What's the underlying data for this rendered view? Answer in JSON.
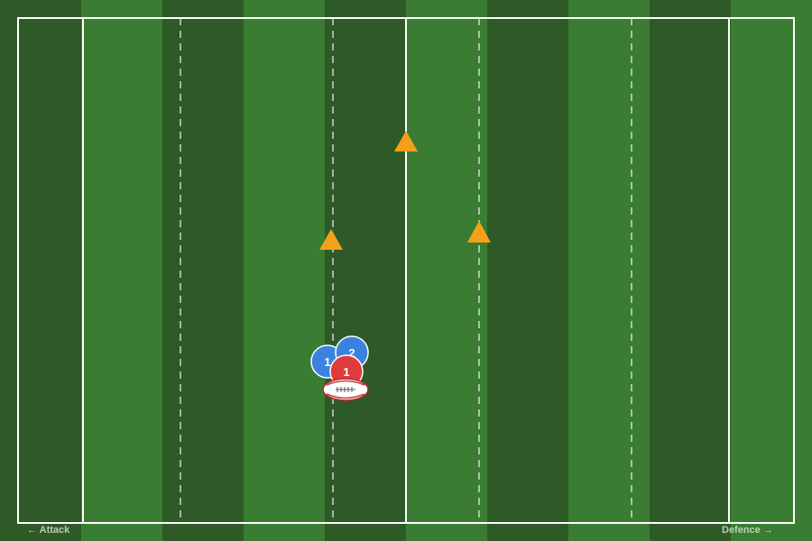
{
  "colors": {
    "stripe_dark": "#2e5a27",
    "stripe_light": "#3a7d32",
    "line": "#ffffff",
    "cone": "#f5a01a",
    "team_blue": "#3b82e0",
    "team_red": "#e03b3b",
    "ball_stripe": "#d23a3a"
  },
  "labels": {
    "attack": "← Attack",
    "defence": "Defence →"
  },
  "players": [
    {
      "id": "blue-1",
      "team": "blue",
      "number": "1"
    },
    {
      "id": "blue-2",
      "team": "blue",
      "number": "2"
    },
    {
      "id": "red-1",
      "team": "red",
      "number": "1"
    }
  ],
  "cones_count": 3,
  "icons": {
    "cone": "cone-icon",
    "ball": "rugby-ball-icon"
  }
}
